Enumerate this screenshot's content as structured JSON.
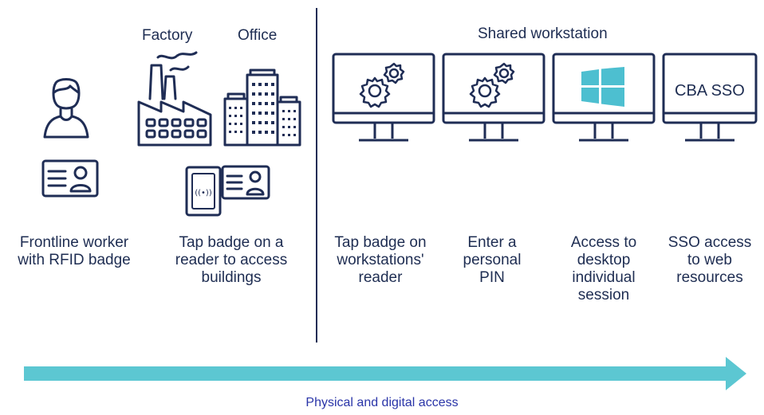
{
  "labels": {
    "factory": "Factory",
    "office": "Office",
    "shared_workstation": "Shared workstation",
    "cba_sso": "CBA SSO"
  },
  "steps": [
    "Frontline worker\nwith RFID badge",
    "Tap badge on a\nreader to access\nbuildings",
    "Tap badge on\nworkstations'\nreader",
    "Enter a\npersonal\nPIN",
    "Access to\ndesktop\nindividual\nsession",
    "SSO access\nto web\nresources"
  ],
  "footer": "Physical and digital access",
  "colors": {
    "navy": "#1f2d55",
    "arrow": "#5cc7d2",
    "windows": "#4dbfd0",
    "footer_text": "#2a35a8"
  },
  "icons": [
    "person-icon",
    "id-badge-icon",
    "factory-icon",
    "office-building-icon",
    "rfid-reader-icon",
    "monitor-icon",
    "gears-icon",
    "windows-logo-icon"
  ]
}
